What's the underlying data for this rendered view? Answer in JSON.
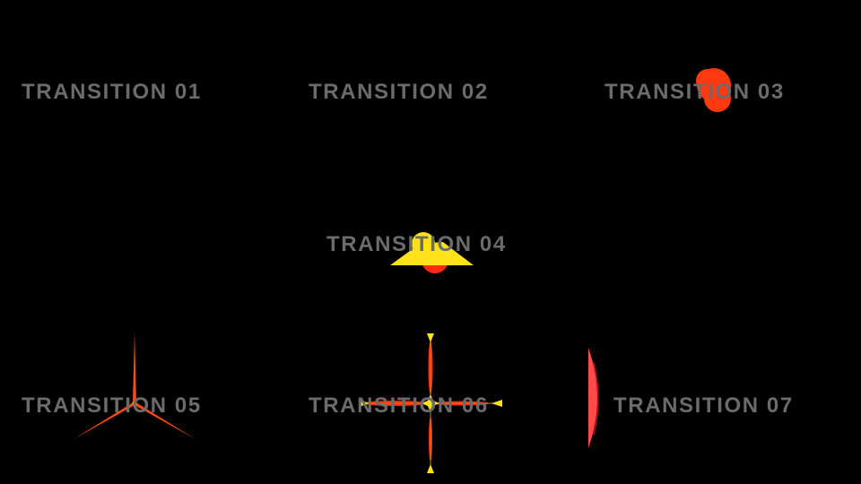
{
  "labels": [
    "TRANSITION 01",
    "TRANSITION 02",
    "TRANSITION 03",
    "TRANSITION 04",
    "TRANSITION 05",
    "TRANSITION 06",
    "TRANSITION 07"
  ],
  "colors": {
    "background": "#000000",
    "label": "#6b6b6b",
    "red": "#ff3a10",
    "yellow": "#ffe21a",
    "pink": "#ff4a4a"
  }
}
